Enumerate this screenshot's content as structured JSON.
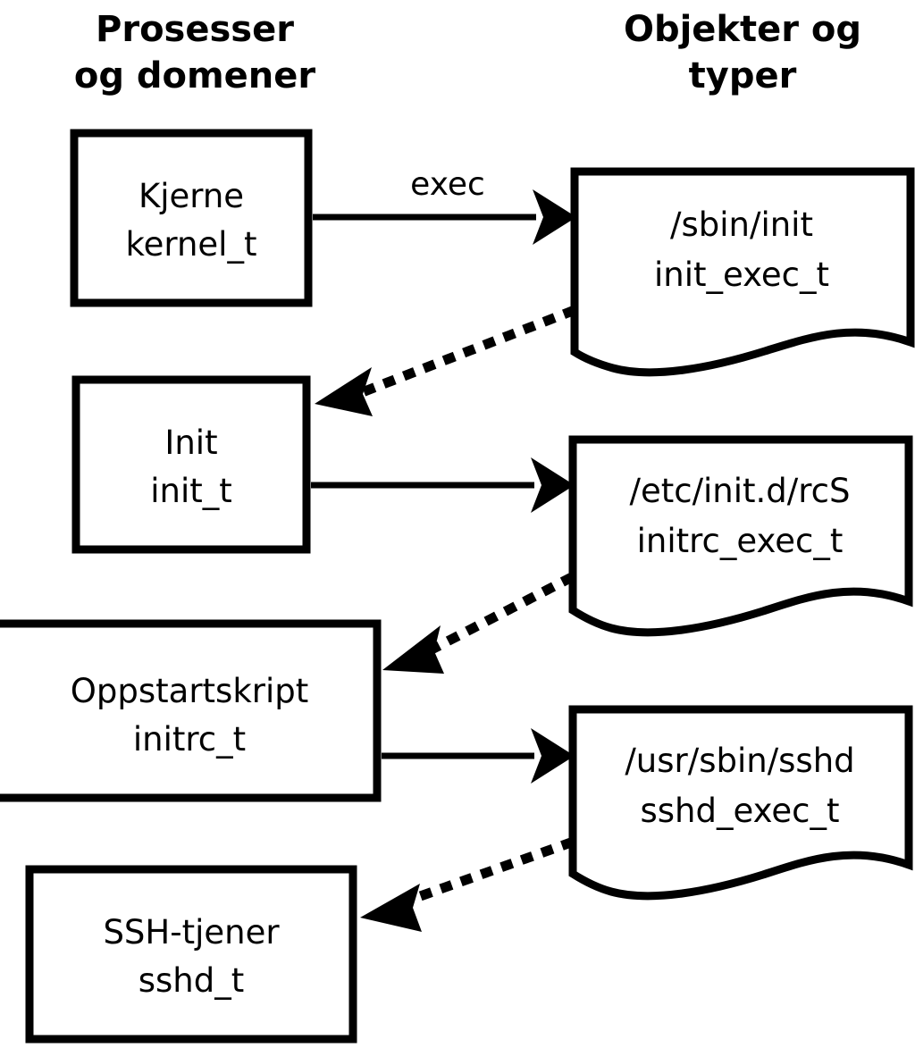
{
  "diagram": {
    "title_visible": false,
    "background_color": "#ffffff",
    "line_color": "#000000",
    "columns": [
      {
        "id": "processes",
        "heading_line1": "Prosesser",
        "heading_line2": "og domener"
      },
      {
        "id": "objects",
        "heading_line1": "Objekter og",
        "heading_line2": "typer"
      }
    ],
    "process_nodes": [
      {
        "id": "kernel",
        "line1": "Kjerne",
        "line2": "kernel_t"
      },
      {
        "id": "init",
        "line1": "Init",
        "line2": "init_t"
      },
      {
        "id": "initrc",
        "line1": "Oppstartskript",
        "line2": "initrc_t"
      },
      {
        "id": "sshd",
        "line1": "SSH-tjener",
        "line2": "sshd_t"
      }
    ],
    "object_nodes": [
      {
        "id": "init_exec",
        "line1": "/sbin/init",
        "line2": "init_exec_t"
      },
      {
        "id": "initrc_exec",
        "line1": "/etc/init.d/rcS",
        "line2": "initrc_exec_t"
      },
      {
        "id": "sshd_exec",
        "line1": "/usr/sbin/sshd",
        "line2": "sshd_exec_t"
      }
    ],
    "edges": [
      {
        "id": "kernel-exec-init_exec",
        "from": "kernel",
        "to": "init_exec",
        "style": "solid",
        "label": "exec"
      },
      {
        "id": "init_exec-transition-init",
        "from": "init_exec",
        "to": "init",
        "style": "dotted",
        "label": ""
      },
      {
        "id": "init-exec-initrc_exec",
        "from": "init",
        "to": "initrc_exec",
        "style": "solid",
        "label": ""
      },
      {
        "id": "initrc_exec-transition-initrc",
        "from": "initrc_exec",
        "to": "initrc",
        "style": "dotted",
        "label": ""
      },
      {
        "id": "initrc-exec-sshd_exec",
        "from": "initrc",
        "to": "sshd_exec",
        "style": "solid",
        "label": ""
      },
      {
        "id": "sshd_exec-transition-sshd",
        "from": "sshd_exec",
        "to": "sshd",
        "style": "dotted",
        "label": ""
      }
    ]
  }
}
